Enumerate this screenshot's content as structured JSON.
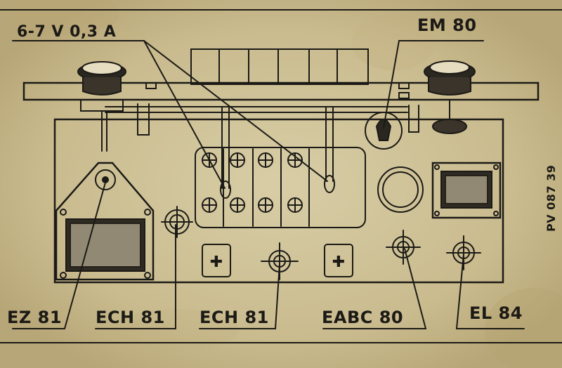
{
  "labels": {
    "lamp": "6-7 V 0,3 A",
    "em80": "EM 80",
    "ez81": "EZ 81",
    "ech81_left": "ECH 81",
    "ech81_center": "ECH 81",
    "eabc80": "EABC 80",
    "el84": "EL 84",
    "code": "PV 087 39"
  },
  "colors": {
    "paper": "#cfc39b",
    "ink": "#1c1a16"
  }
}
